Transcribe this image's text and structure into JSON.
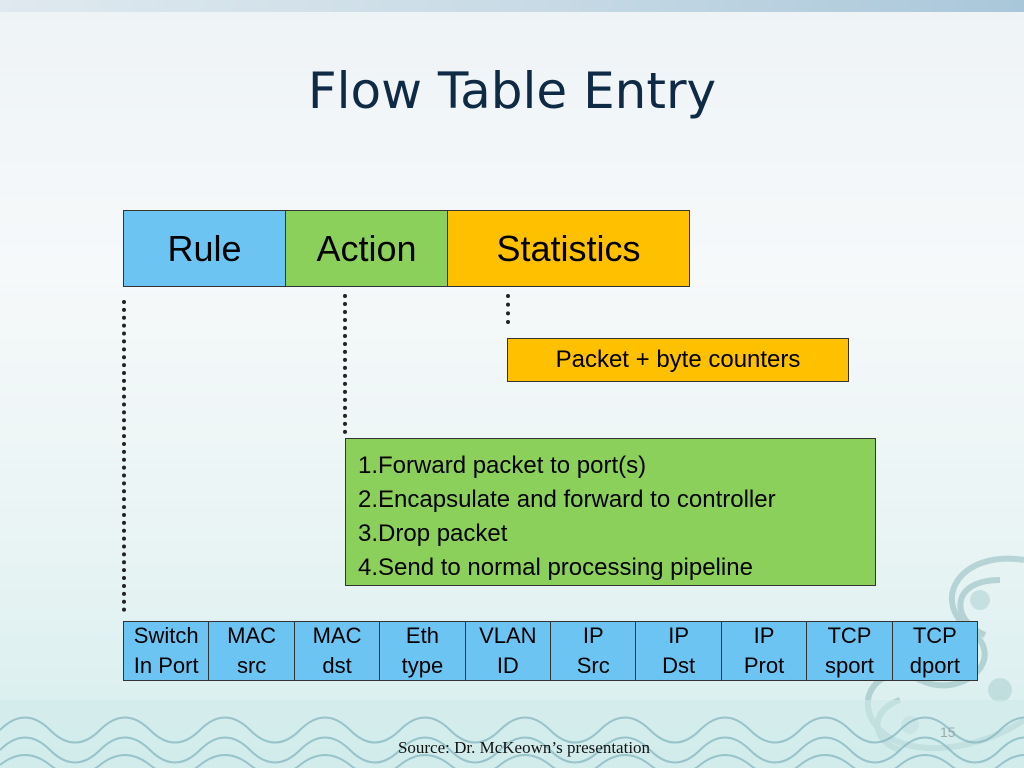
{
  "slide": {
    "title": "Flow Table Entry",
    "source": "Source: Dr. McKeown’s presentation",
    "page_number": "15"
  },
  "entry": {
    "rule": "Rule",
    "action": "Action",
    "statistics": "Statistics"
  },
  "statistics_detail": "Packet + byte counters",
  "actions": [
    "1.Forward packet to port(s)",
    "2.Encapsulate and forward to controller",
    "3.Drop packet",
    "4.Send to normal processing pipeline"
  ],
  "rule_fields": [
    "Switch\nIn Port",
    "MAC\nsrc",
    "MAC\ndst",
    "Eth\ntype",
    "VLAN\nID",
    "IP\nSrc",
    "IP\nDst",
    "IP\nProt",
    "TCP\nsport",
    "TCP\ndport"
  ],
  "colors": {
    "rule": "#6cc4f3",
    "action": "#8bd05a",
    "statistics": "#ffc000",
    "title": "#0f2a44"
  }
}
